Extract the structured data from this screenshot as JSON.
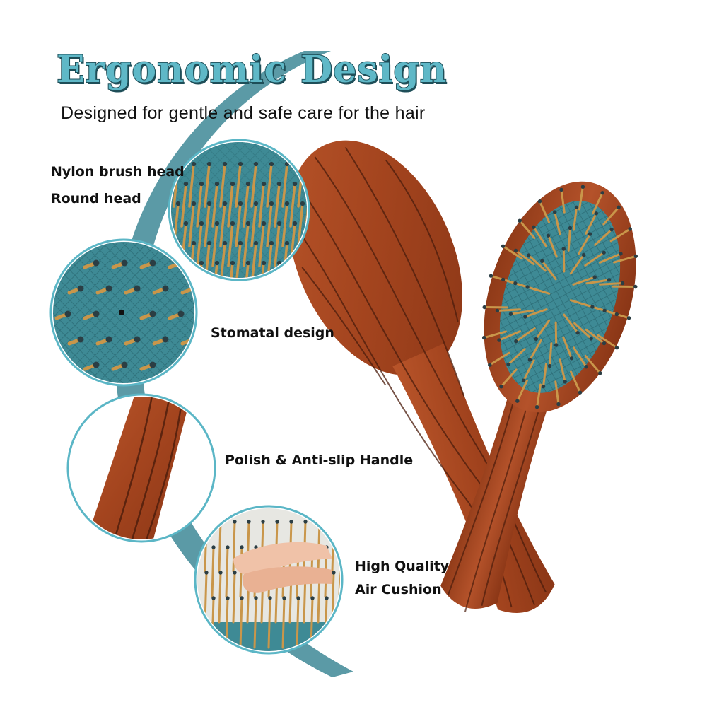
{
  "title": "Ergonomic Design",
  "subtitle": "Designed for gentle and safe care for the hair",
  "features": [
    {
      "label": "Nylon brush head"
    },
    {
      "label": "Round head"
    },
    {
      "label": "Stomatal design"
    },
    {
      "label": "Polish & Anti-slip Handle"
    },
    {
      "label": "High Quality"
    },
    {
      "label": "Air Cushion"
    }
  ],
  "colors": {
    "accent_teal": "#5b9aa6",
    "title_fill": "#5fb8c7",
    "title_outline": "#1e4e58",
    "wood": "#a84a22",
    "wood_dark": "#5c2410",
    "cushion": "#3e8a95",
    "bristle": "#c9964a",
    "text": "#111111"
  },
  "icons": [
    "nylon-bristle-closeup",
    "cushion-vent-closeup",
    "handle-closeup",
    "air-cushion-press-closeup",
    "wooden-paddle-brush"
  ]
}
